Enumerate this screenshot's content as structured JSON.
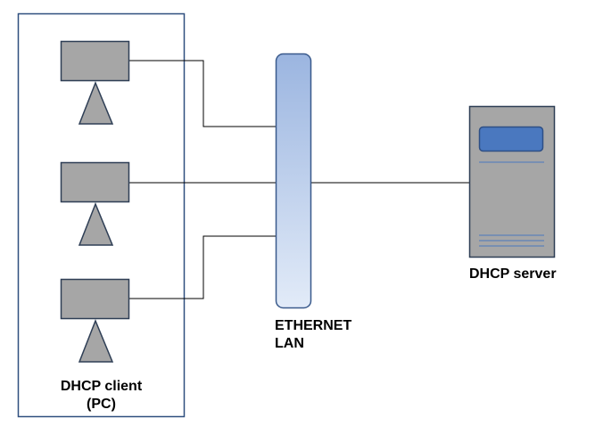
{
  "diagram": {
    "client_group": {
      "label_line1": "DHCP client",
      "label_line2": "(PC)"
    },
    "network": {
      "label_line1": "ETHERNET",
      "label_line2": "LAN"
    },
    "server": {
      "label": "DHCP server"
    }
  },
  "colors": {
    "frame_border": "#2f4f7f",
    "pc_fill": "#a6a6a6",
    "pc_border": "#2e3e55",
    "lan_top": "#9bb5e0",
    "lan_bottom": "#e2ebf8",
    "lan_border": "#3a5a8c",
    "server_fill": "#a6a6a6",
    "server_screen": "#4a78bf",
    "line": "#000000"
  }
}
